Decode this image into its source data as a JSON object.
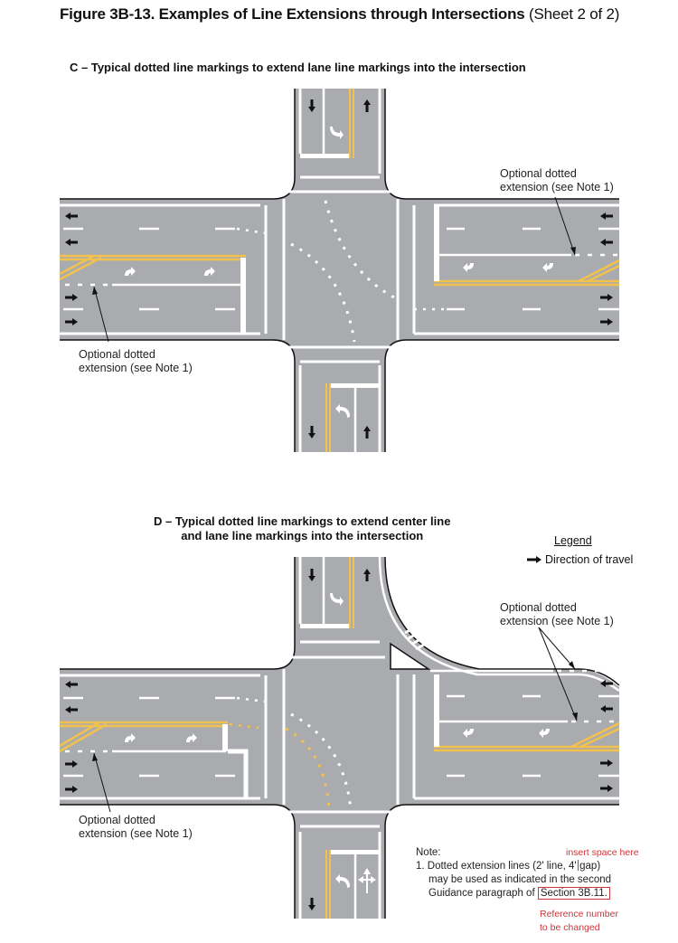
{
  "figure": {
    "title_bold": "Figure 3B-13.  Examples of Line Extensions through Intersections",
    "title_regular": " (Sheet 2 of 2)"
  },
  "panel_c": {
    "heading": "C – Typical dotted line markings to extend lane line markings into the intersection",
    "callout_right": [
      "Optional dotted",
      "extension (see Note 1)"
    ],
    "callout_left": [
      "Optional dotted",
      "extension (see Note 1)"
    ]
  },
  "panel_d": {
    "heading_line1": "D – Typical dotted line markings to extend center line",
    "heading_line2": "and lane line markings into the intersection",
    "callout_right": [
      "Optional dotted",
      "extension (see Note 1)"
    ],
    "callout_left": [
      "Optional dotted",
      "extension (see Note 1)"
    ]
  },
  "legend": {
    "title": "Legend",
    "items": [
      {
        "icon": "arrow-right-icon",
        "label": "Direction of travel"
      }
    ]
  },
  "note": {
    "heading": "Note:",
    "line1_before": "1. Dotted extension lines (2' line, 4'",
    "line1_after": "gap)",
    "line2": "may be used as indicated in the second",
    "line3_before": "Guidance paragraph of ",
    "line3_boxed": "Section 3B.11."
  },
  "annotations": {
    "insert_space": "insert space here",
    "reference_line1": "Reference number",
    "reference_line2": "to be changed"
  },
  "colors": {
    "pavement": "#a9abae",
    "yellow_marking": "#f2c14e",
    "white_marking": "#ffffff",
    "annotation_red": "#d0343a"
  }
}
